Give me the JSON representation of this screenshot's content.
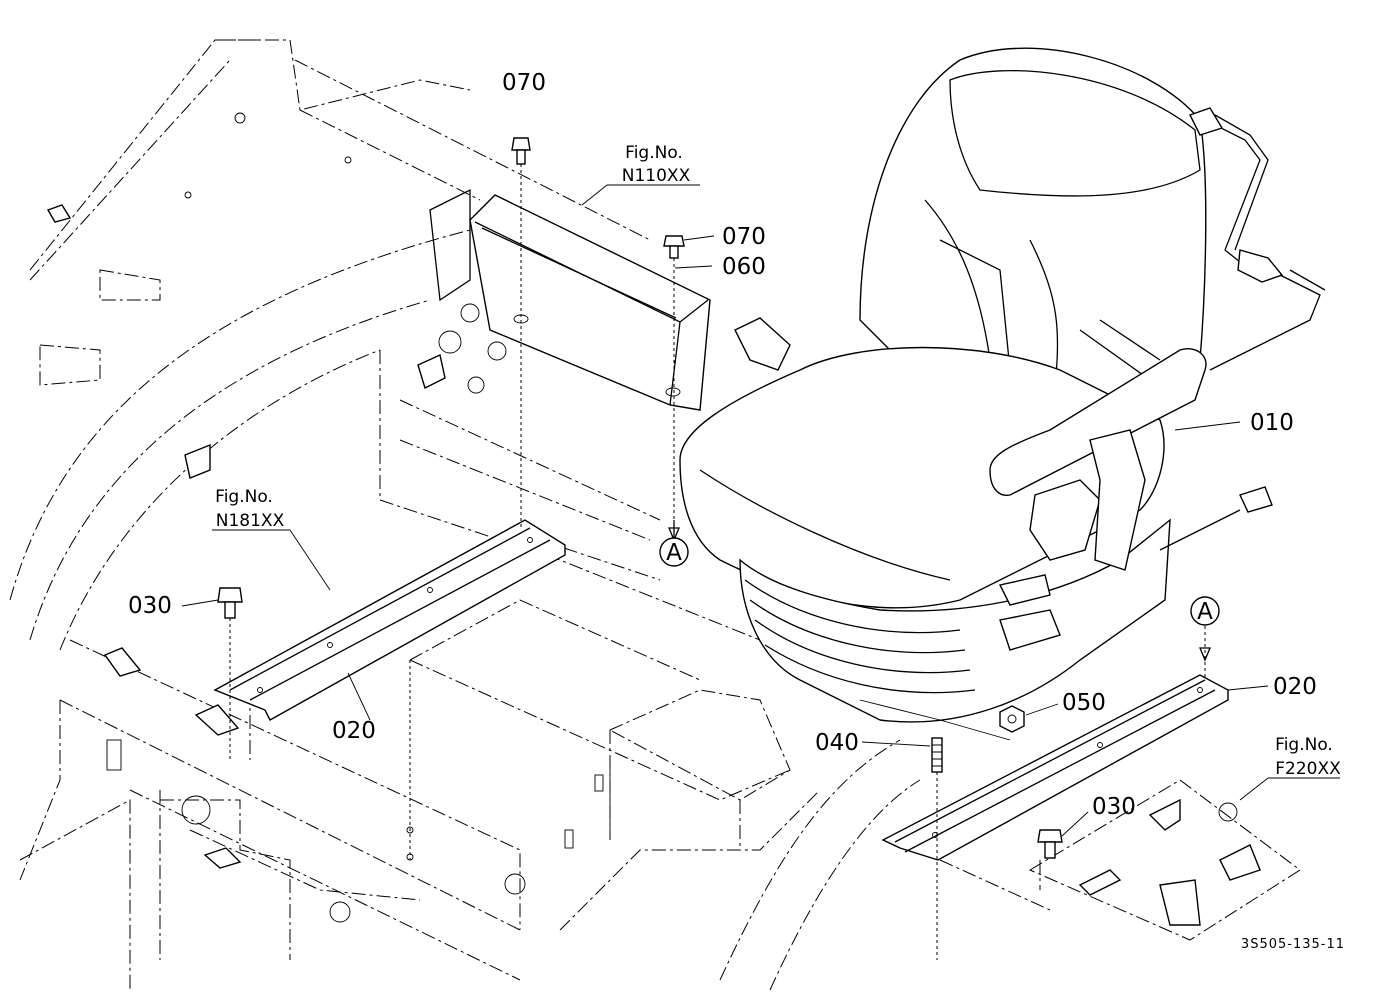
{
  "callouts": {
    "c070_top": "070",
    "c070_right": "070",
    "c060": "060",
    "c010": "010",
    "c030_left": "030",
    "c020_left": "020",
    "c020_right": "020",
    "c050": "050",
    "c040": "040",
    "c030_right": "030"
  },
  "references": {
    "fig_n110_label": "Fig.No.",
    "fig_n110_value": "N110XX",
    "fig_n181_label": "Fig.No.",
    "fig_n181_value": "N181XX",
    "fig_f220_label": "Fig.No.",
    "fig_f220_value": "F220XX",
    "mark_a_upper": "A",
    "mark_a_lower": "A"
  },
  "drawing_code": "3S505-135-11"
}
